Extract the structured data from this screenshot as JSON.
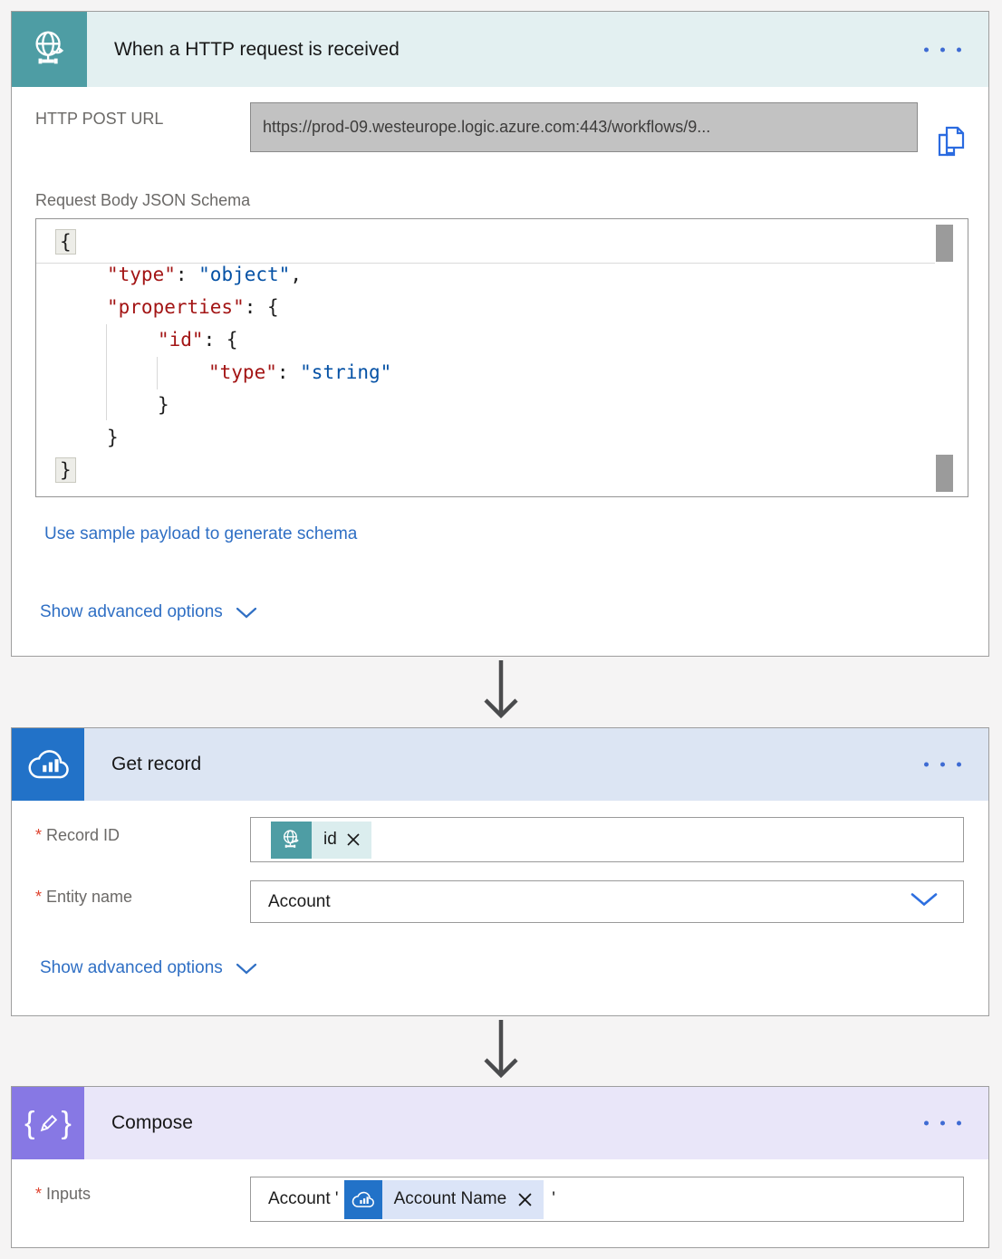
{
  "ui": {
    "required_marker": "*",
    "advanced_options_label": "Show advanced options"
  },
  "colors": {
    "trigger_accent": "#4E9DA4",
    "trigger_header_bg": "#E3F0F1",
    "get_record_accent": "#2272C8",
    "get_record_header_bg": "#DCE5F3",
    "compose_accent": "#8778E4",
    "compose_header_bg": "#E9E6F9",
    "link_blue": "#2F6FC4",
    "ellipsis_blue": "#3E6BD3",
    "code_key": "#A31515",
    "code_string": "#0451A5"
  },
  "trigger_card": {
    "title": "When a HTTP request is received",
    "url_label": "HTTP POST URL",
    "url_value": "https://prod-09.westeurope.logic.azure.com:443/workflows/9...",
    "schema_label": "Request Body JSON Schema",
    "sample_payload_link": "Use sample payload to generate schema",
    "code_lines": [
      {
        "indent": 0,
        "tokens": [
          {
            "t": "{",
            "c": "punct",
            "hl": true
          }
        ]
      },
      {
        "indent": 1,
        "tokens": [
          {
            "t": "\"type\"",
            "c": "key"
          },
          {
            "t": ": ",
            "c": "punct"
          },
          {
            "t": "\"object\"",
            "c": "str"
          },
          {
            "t": ",",
            "c": "punct"
          }
        ]
      },
      {
        "indent": 1,
        "tokens": [
          {
            "t": "\"properties\"",
            "c": "key"
          },
          {
            "t": ": {",
            "c": "punct"
          }
        ]
      },
      {
        "indent": 2,
        "tokens": [
          {
            "t": "\"id\"",
            "c": "key"
          },
          {
            "t": ": {",
            "c": "punct"
          }
        ]
      },
      {
        "indent": 3,
        "tokens": [
          {
            "t": "\"type\"",
            "c": "key"
          },
          {
            "t": ": ",
            "c": "punct"
          },
          {
            "t": "\"string\"",
            "c": "str"
          }
        ]
      },
      {
        "indent": 2,
        "tokens": [
          {
            "t": "}",
            "c": "punct"
          }
        ]
      },
      {
        "indent": 1,
        "tokens": [
          {
            "t": "}",
            "c": "punct"
          }
        ]
      },
      {
        "indent": 0,
        "tokens": [
          {
            "t": "}",
            "c": "punct",
            "hl": true
          }
        ]
      }
    ]
  },
  "get_record_card": {
    "title": "Get record",
    "record_id_label": "Record ID",
    "record_id_token": "id",
    "entity_label": "Entity name",
    "entity_value": "Account"
  },
  "compose_card": {
    "title": "Compose",
    "inputs_label": "Inputs",
    "inputs_prefix": "Account '",
    "inputs_token_label": "Account Name",
    "inputs_suffix": "'"
  }
}
